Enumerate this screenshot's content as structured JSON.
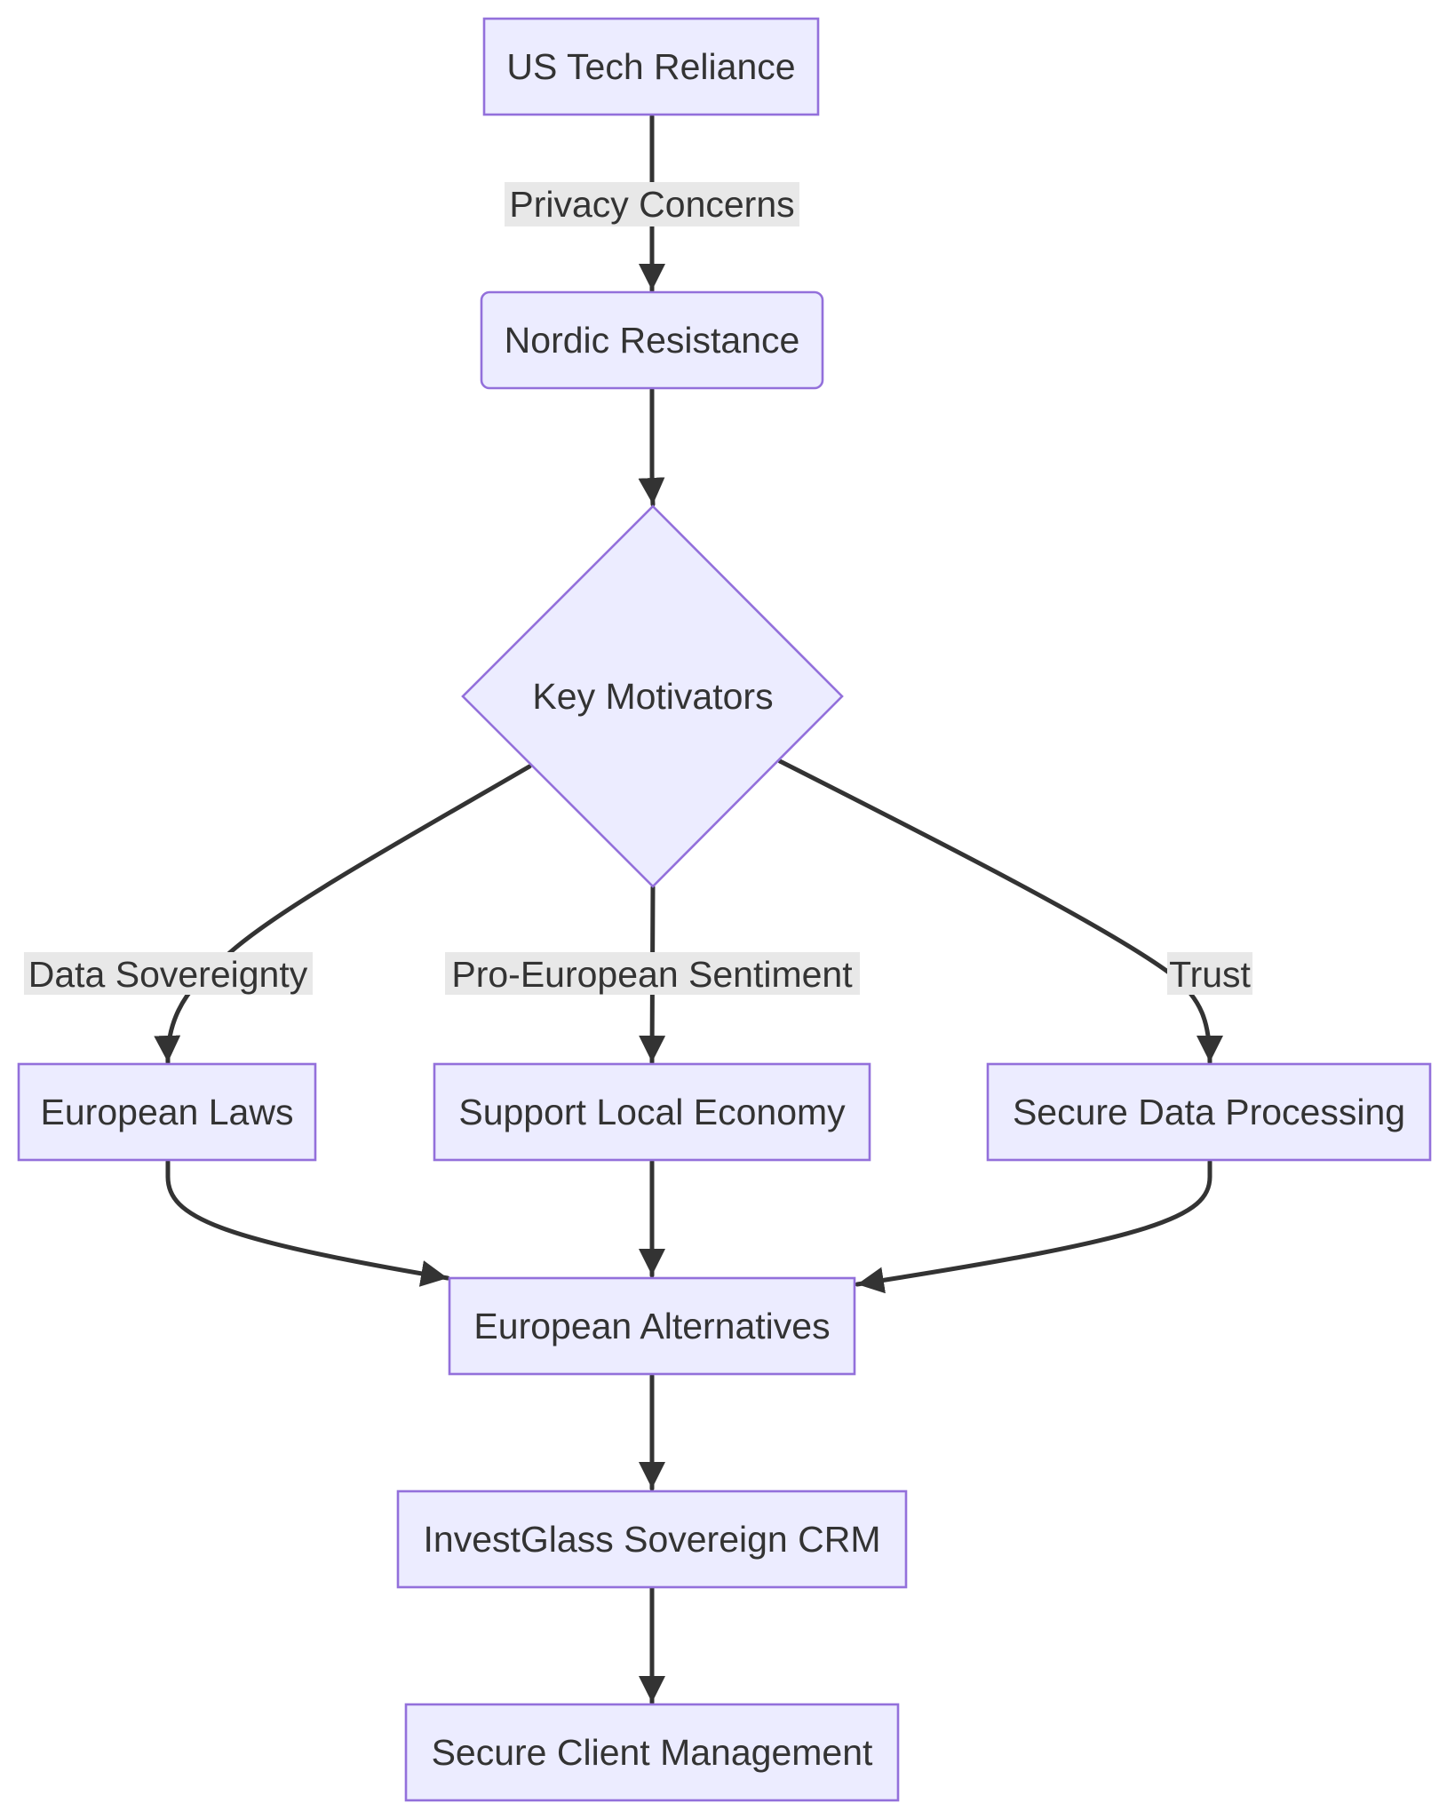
{
  "diagram": {
    "colors": {
      "node_fill": "#ECECFF",
      "node_stroke": "#9370DB",
      "edge": "#333333",
      "text": "#333333",
      "edge_label_bg": "#E8E8E8"
    },
    "nodes": {
      "us_tech_reliance": "US Tech Reliance",
      "nordic_resistance": "Nordic Resistance",
      "key_motivators": "Key Motivators",
      "european_laws": "European Laws",
      "support_local_economy": "Support Local Economy",
      "secure_data_processing": "Secure Data Processing",
      "european_alternatives": "European Alternatives",
      "investglass_sovereign_crm": "InvestGlass Sovereign CRM",
      "secure_client_management": "Secure Client Management"
    },
    "edge_labels": {
      "privacy_concerns": "Privacy Concerns",
      "data_sovereignty": "Data Sovereignty",
      "pro_european_sentiment": "Pro-European Sentiment",
      "trust": "Trust"
    }
  }
}
